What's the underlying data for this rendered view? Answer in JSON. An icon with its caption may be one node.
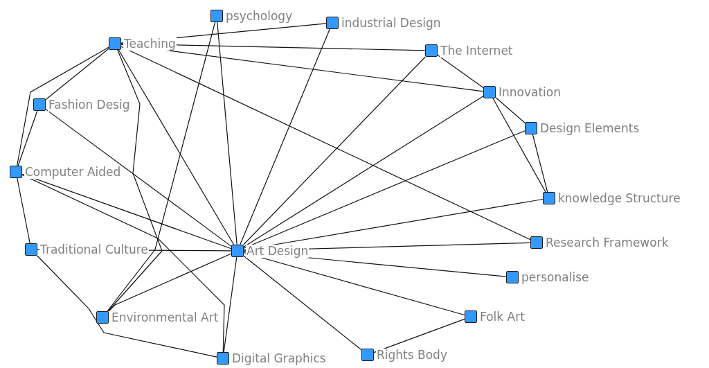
{
  "diagram": {
    "nodes": [
      {
        "text": [
          "psychology"
        ]
      },
      {
        "text": [
          "industrial Design"
        ]
      },
      {
        "text": [
          "Teaching"
        ]
      },
      {
        "text": [
          "The Internet"
        ]
      },
      {
        "text": [
          "Innovation"
        ]
      },
      {
        "text": [
          "Fashion Desig"
        ]
      },
      {
        "text": [
          "Design Elements"
        ]
      },
      {
        "text": [
          "Computer Aided"
        ]
      },
      {
        "text": [
          "knowledge Structure"
        ]
      },
      {
        "text": [
          "Research Framework"
        ]
      },
      {
        "text": [
          "Traditional Culture"
        ]
      },
      {
        "text": [
          "Art Design"
        ]
      },
      {
        "text": [
          "personalise"
        ]
      },
      {
        "text": [
          "Environmental Art"
        ]
      },
      {
        "text": [
          "Folk Art"
        ]
      },
      {
        "text": [
          "Digital Graphics"
        ]
      },
      {
        "text": [
          "Rights Body"
        ]
      }
    ],
    "edges": [
      {
        "from": 2,
        "to": 1,
        "arrow": "none"
      },
      {
        "from": 2,
        "to": 3,
        "arrow": "none"
      },
      {
        "from": 2,
        "to": 4,
        "arrow": "none"
      },
      {
        "from": 2,
        "to": 9,
        "arrow": "none"
      },
      {
        "from": 2,
        "to": 5,
        "arrow": "none"
      },
      {
        "from": 2,
        "to": 7,
        "arrow": "none"
      },
      {
        "from": 2,
        "to": 13,
        "arrow": "none"
      },
      {
        "from": 2,
        "to": 11,
        "arrow": "none"
      },
      {
        "from": 5,
        "to": 7,
        "arrow": "none"
      },
      {
        "from": 5,
        "to": 11,
        "arrow": "none"
      },
      {
        "from": 7,
        "to": 11,
        "arrow": "none"
      },
      {
        "from": 7,
        "to": 10,
        "arrow": "none"
      },
      {
        "from": 7,
        "to": 15,
        "arrow": "none"
      },
      {
        "from": 0,
        "to": 11,
        "arrow": "none"
      },
      {
        "from": 0,
        "to": 13,
        "arrow": "none"
      },
      {
        "from": 10,
        "to": 11,
        "arrow": "none"
      },
      {
        "from": 10,
        "to": 15,
        "arrow": "none"
      },
      {
        "from": 13,
        "to": 11,
        "arrow": "none"
      },
      {
        "from": 11,
        "to": 15,
        "arrow": "none"
      },
      {
        "from": 1,
        "to": 11,
        "arrow": "none"
      },
      {
        "from": 3,
        "to": 11,
        "arrow": "none"
      },
      {
        "from": 4,
        "to": 11,
        "arrow": "none"
      },
      {
        "from": 6,
        "to": 11,
        "arrow": "none"
      },
      {
        "from": 8,
        "to": 11,
        "arrow": "none"
      },
      {
        "from": 9,
        "to": 11,
        "arrow": "none"
      },
      {
        "from": 12,
        "to": 11,
        "arrow": "none"
      },
      {
        "from": 14,
        "to": 11,
        "arrow": "none"
      },
      {
        "from": 16,
        "to": 11,
        "arrow": "none"
      },
      {
        "from": 14,
        "to": 16,
        "arrow": "none"
      },
      {
        "from": 3,
        "to": 4,
        "arrow": "none"
      },
      {
        "from": 4,
        "to": 6,
        "arrow": "none"
      },
      {
        "from": 4,
        "to": 8,
        "arrow": "none"
      },
      {
        "from": 6,
        "to": 8,
        "arrow": "none"
      }
    ]
  }
}
